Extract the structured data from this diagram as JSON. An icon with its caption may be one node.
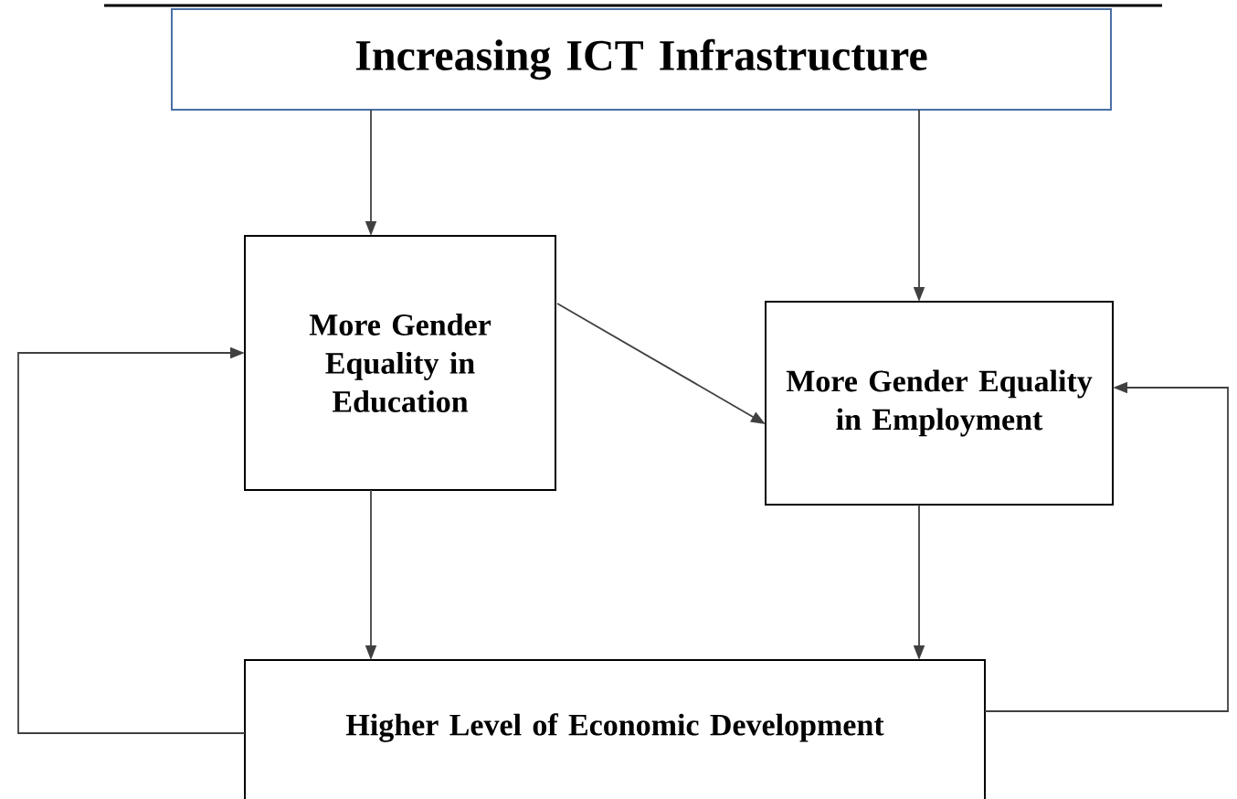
{
  "diagram": {
    "nodes": [
      {
        "text": [
          "Increasing ICT Infrastructure"
        ]
      },
      {
        "text": [
          "More Gender Equality in Education"
        ]
      },
      {
        "text": [
          "More Gender Equality in Employment"
        ]
      },
      {
        "text": [
          "Higher Level of Economic Development"
        ]
      }
    ],
    "edges": [
      {
        "from": 0,
        "to": 1,
        "arrow": "to"
      },
      {
        "from": 0,
        "to": 2,
        "arrow": "to"
      },
      {
        "from": 1,
        "to": 2,
        "arrow": "to"
      },
      {
        "from": 1,
        "to": 3,
        "arrow": "to"
      },
      {
        "from": 2,
        "to": 3,
        "arrow": "to"
      },
      {
        "from": 3,
        "to": 1,
        "arrow": "to"
      },
      {
        "from": 3,
        "to": 2,
        "arrow": "to"
      }
    ]
  }
}
